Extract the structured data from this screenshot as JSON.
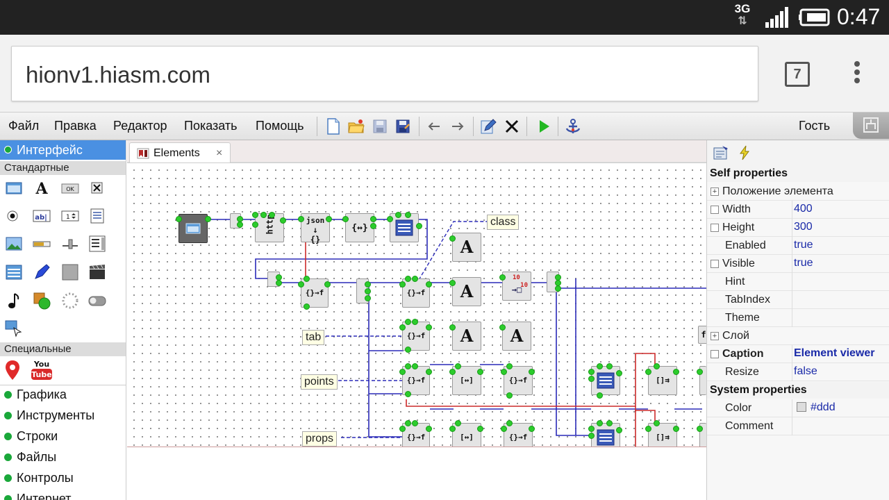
{
  "status_bar": {
    "network": "3G",
    "clock": "0:47"
  },
  "browser": {
    "url": "hionv1.hiasm.com",
    "tab_count": "7"
  },
  "menu": {
    "items": [
      "Файл",
      "Правка",
      "Редактор",
      "Показать",
      "Помощь"
    ],
    "user": "Гость"
  },
  "toolbar_icons": [
    "new-file-icon",
    "open-folder-icon",
    "save-icon",
    "save-as-icon",
    "undo-arrow-icon",
    "redo-arrow-icon",
    "edit-icon",
    "delete-icon",
    "run-icon",
    "anchor-icon"
  ],
  "palette": {
    "active_group": "Интерфейс",
    "subgroups": [
      "Стандартные",
      "Специальные"
    ],
    "groups": [
      "Графика",
      "Инструменты",
      "Строки",
      "Файлы",
      "Контролы",
      "Интернет"
    ]
  },
  "editor": {
    "tab_label": "Elements",
    "tab_close": "×",
    "canvas_labels": {
      "class": "class",
      "tab": "tab",
      "points": "points",
      "props": "props"
    },
    "block_texts": {
      "json": "json",
      "http": "http",
      "obj": "{↔}",
      "func": "{}→f",
      "arr": "[↔]",
      "arrf": "[]⇉",
      "big_a": "A",
      "ten_top": "10",
      "ten_side": "10",
      "edge_f": "f"
    }
  },
  "properties": {
    "self_title": "Self properties",
    "system_title": "System properties",
    "rows": [
      {
        "name": "Положение элемента",
        "value": "",
        "kind": "expand"
      },
      {
        "name": "Width",
        "value": "400",
        "kind": "check"
      },
      {
        "name": "Height",
        "value": "300",
        "kind": "check"
      },
      {
        "name": "Enabled",
        "value": "true",
        "kind": "plain"
      },
      {
        "name": "Visible",
        "value": "true",
        "kind": "check"
      },
      {
        "name": "Hint",
        "value": "",
        "kind": "plain"
      },
      {
        "name": "TabIndex",
        "value": "",
        "kind": "plain"
      },
      {
        "name": "Theme",
        "value": "",
        "kind": "plain"
      },
      {
        "name": "Слой",
        "value": "",
        "kind": "expand"
      },
      {
        "name": "Caption",
        "value": "Element viewer",
        "kind": "check-bold"
      },
      {
        "name": "Resize",
        "value": "false",
        "kind": "plain"
      }
    ],
    "system_rows": [
      {
        "name": "Color",
        "value": "#ddd",
        "swatch": "#dddddd"
      },
      {
        "name": "Comment",
        "value": ""
      }
    ]
  },
  "colors": {
    "accent": "#4a90e2",
    "pin": "#2ccc2c",
    "wire_blue": "#2a2ab8",
    "wire_red": "#cc2a2a",
    "group_dot": "#1aa83a"
  }
}
